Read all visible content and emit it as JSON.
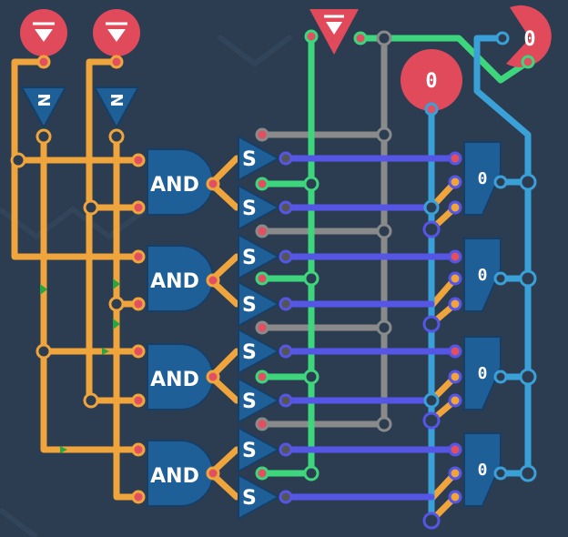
{
  "colors": {
    "background": "#2c3d52",
    "orange_wire": "#f0a43c",
    "green_wire": "#3ed67c",
    "gray_wire": "#8a8a8a",
    "blue_wire": "#3aa0d8",
    "purple_wire": "#5656e6",
    "gate_fill": "#1f5f98",
    "pin_red": "#e05060",
    "pin_inactive": "#555",
    "io_red": "#e04a5a"
  },
  "icons": {
    "input_pin": "down-triangle-input-icon",
    "not_gate": "not-gate-icon",
    "switch": "switch-s-icon"
  },
  "gates": {
    "and_label": "AND",
    "not_label": "N",
    "switch_label": "S",
    "register_value": "0"
  },
  "outputs": {
    "top_right_value": "0",
    "mid_value": "0"
  }
}
